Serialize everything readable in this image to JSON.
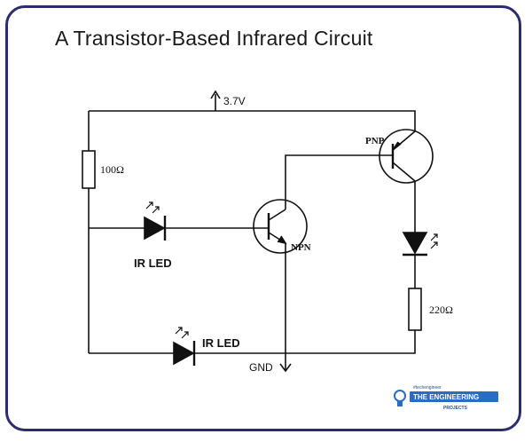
{
  "title": "A Transistor-Based Infrared Circuit",
  "labels": {
    "supply": "3.7V",
    "r1": "100Ω",
    "r2": "220Ω",
    "ir_led_1": "IR LED",
    "ir_led_2": "IR LED",
    "npn": "NPN",
    "pnp": "PNP",
    "gnd": "GND"
  },
  "logo": {
    "tagline": "#techengineer",
    "name": "THE ENGINEERING",
    "sub": "PROJECTS"
  },
  "colors": {
    "border": "#2d2d6e",
    "wire": "#111111",
    "logo_blue": "#2a6cc4"
  }
}
